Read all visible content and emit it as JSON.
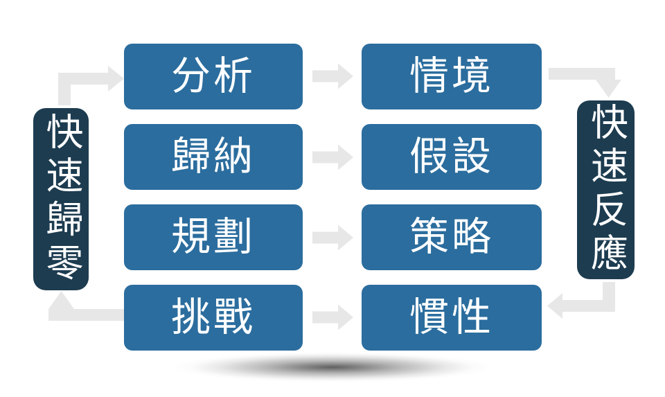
{
  "diagram": {
    "left_rail": {
      "label": "快速歸零"
    },
    "right_rail": {
      "label": "快速反應"
    },
    "rows": [
      {
        "left": "分析",
        "right": "情境"
      },
      {
        "left": "歸納",
        "right": "假設"
      },
      {
        "left": "規劃",
        "right": "策略"
      },
      {
        "left": "挑戰",
        "right": "慣性"
      }
    ]
  },
  "icons": {
    "straight_arrows": "right-arrow-icon",
    "corner_arrows": "elbow-arrow-icon"
  },
  "colors": {
    "box_blue": "#2B6D9E",
    "rail_navy": "#1D3C50",
    "arrow_gray": "#E7E7E7",
    "text_white": "#FFFFFF"
  }
}
